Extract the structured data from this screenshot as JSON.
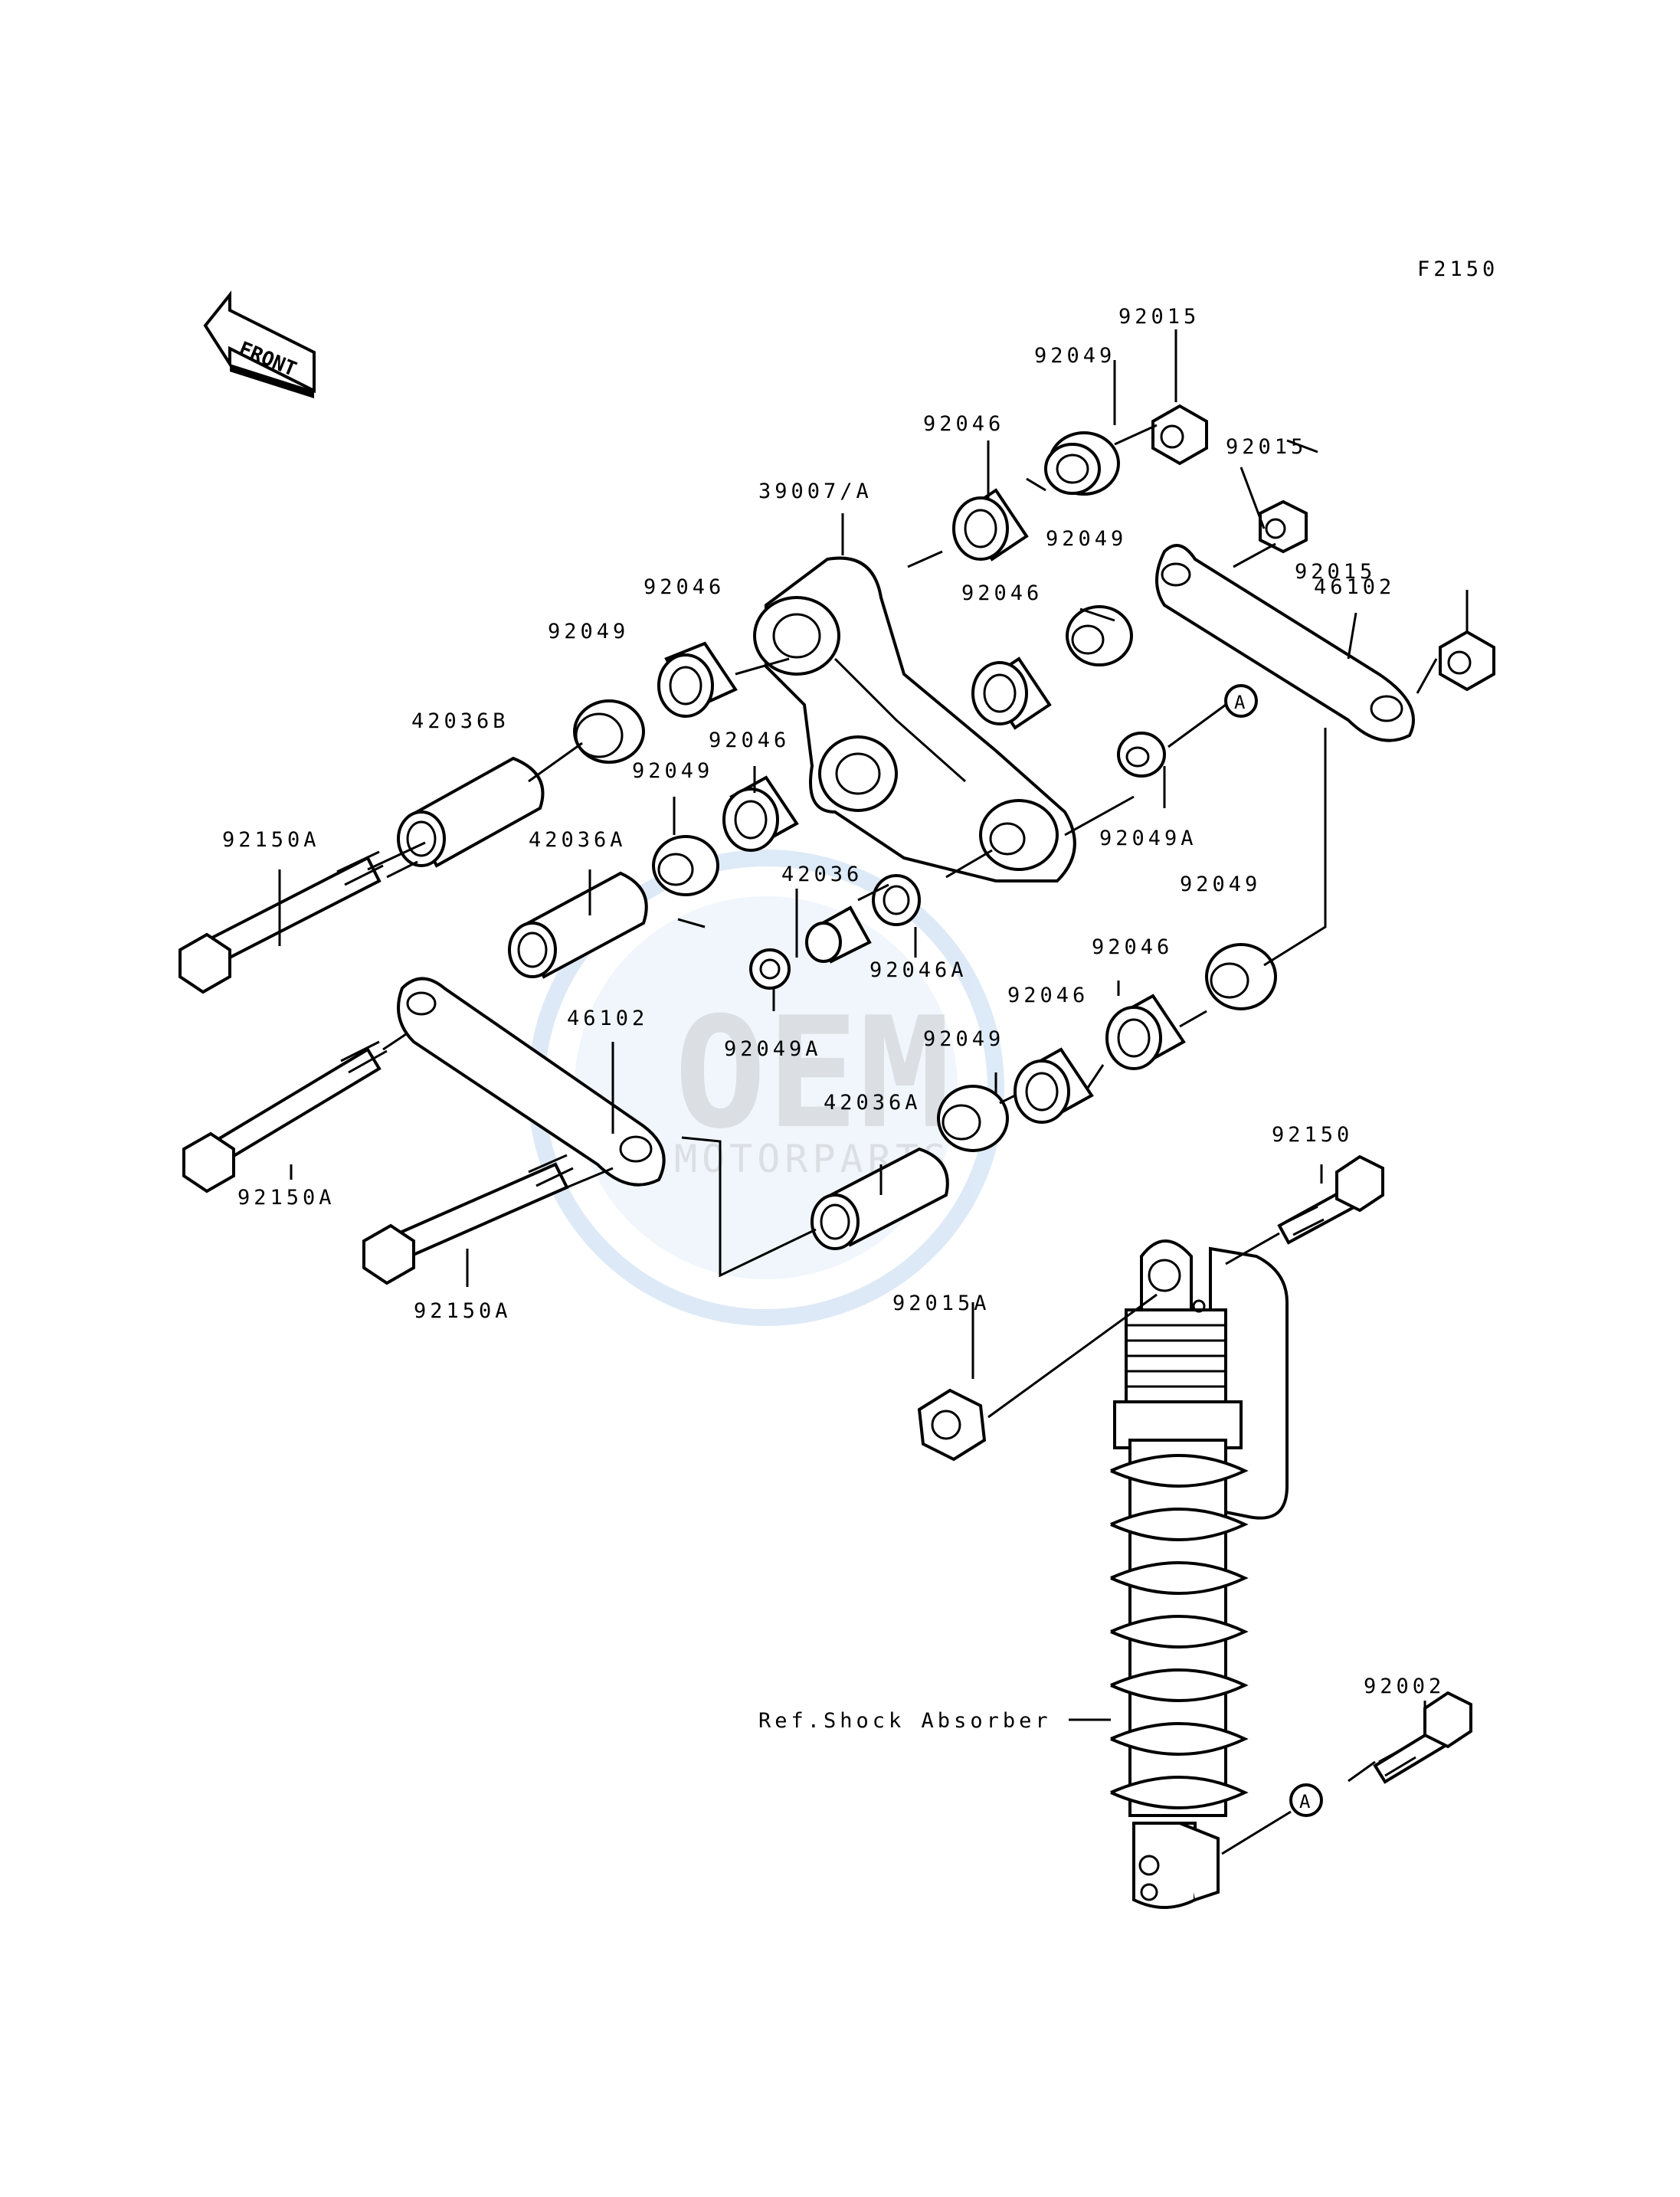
{
  "diagram": {
    "figure_code": "F2150",
    "front_label": "FRONT",
    "ref_label": "Ref.Shock Absorber",
    "callout_a": "A",
    "watermark": {
      "brand": "OEM",
      "sub": "MOTORPARTS"
    }
  },
  "parts": [
    {
      "id": "p_92015_top",
      "number": "92015"
    },
    {
      "id": "p_92049_top",
      "number": "92049"
    },
    {
      "id": "p_92046_top",
      "number": "92046"
    },
    {
      "id": "p_92015_mid",
      "number": "92015"
    },
    {
      "id": "p_39007",
      "number": "39007/A"
    },
    {
      "id": "p_92049_r1",
      "number": "92049"
    },
    {
      "id": "p_92015_right",
      "number": "92015"
    },
    {
      "id": "p_46102_right",
      "number": "46102"
    },
    {
      "id": "p_92046_l1",
      "number": "92046"
    },
    {
      "id": "p_92046_r1",
      "number": "92046"
    },
    {
      "id": "p_92049_l1",
      "number": "92049"
    },
    {
      "id": "p_42036B",
      "number": "42036B"
    },
    {
      "id": "p_92046_l2",
      "number": "92046"
    },
    {
      "id": "p_92049_l2",
      "number": "92049"
    },
    {
      "id": "p_92049A_r",
      "number": "92049A"
    },
    {
      "id": "p_92150A_1",
      "number": "92150A"
    },
    {
      "id": "p_42036A_1",
      "number": "42036A"
    },
    {
      "id": "p_42036",
      "number": "42036"
    },
    {
      "id": "p_92049_r2",
      "number": "92049"
    },
    {
      "id": "p_92046A",
      "number": "92046A"
    },
    {
      "id": "p_92046_r2",
      "number": "92046"
    },
    {
      "id": "p_46102_left",
      "number": "46102"
    },
    {
      "id": "p_92046_r3",
      "number": "92046"
    },
    {
      "id": "p_92049A_l",
      "number": "92049A"
    },
    {
      "id": "p_92049_r3",
      "number": "92049"
    },
    {
      "id": "p_42036A_2",
      "number": "42036A"
    },
    {
      "id": "p_92150A_2",
      "number": "92150A"
    },
    {
      "id": "p_92150",
      "number": "92150"
    },
    {
      "id": "p_92150A_3",
      "number": "92150A"
    },
    {
      "id": "p_92015A",
      "number": "92015A"
    },
    {
      "id": "p_92002",
      "number": "92002"
    }
  ]
}
